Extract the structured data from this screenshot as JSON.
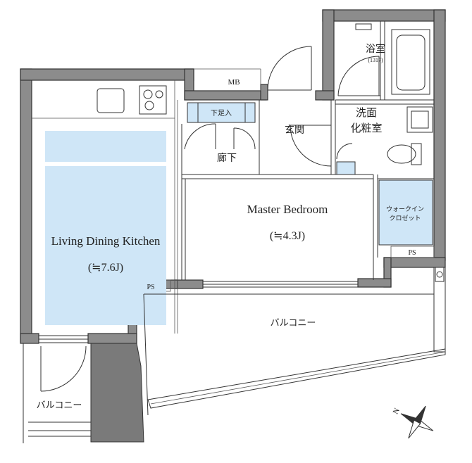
{
  "colors": {
    "wall": "#8c8c8c",
    "wall_dark": "#6f6f6f",
    "accent_blue": "#cfe6f7",
    "line": "#333333"
  },
  "rooms": {
    "ldk": {
      "name": "Living Dining Kitchen",
      "size": "(≒7.6J)"
    },
    "bedroom": {
      "name": "Master Bedroom",
      "size": "(≒4.3J)"
    },
    "bath": {
      "name": "浴室",
      "note": "(1317)"
    },
    "washroom": {
      "line1": "洗面",
      "line2": "化粧室"
    },
    "entrance": {
      "name": "玄関"
    },
    "hallway": {
      "name": "廊下"
    },
    "shoe_storage": {
      "name": "下足入"
    },
    "walk_in_closet": {
      "line1": "ウォークイン",
      "line2": "クロゼット"
    },
    "balcony_main": {
      "name": "バルコニー"
    },
    "balcony_side": {
      "name": "バルコニー"
    }
  },
  "labels": {
    "mb": "MB",
    "ps_ldk": "PS",
    "ps_closet": "PS"
  },
  "compass": {
    "north_letter": "N",
    "icon": "compass-icon"
  }
}
